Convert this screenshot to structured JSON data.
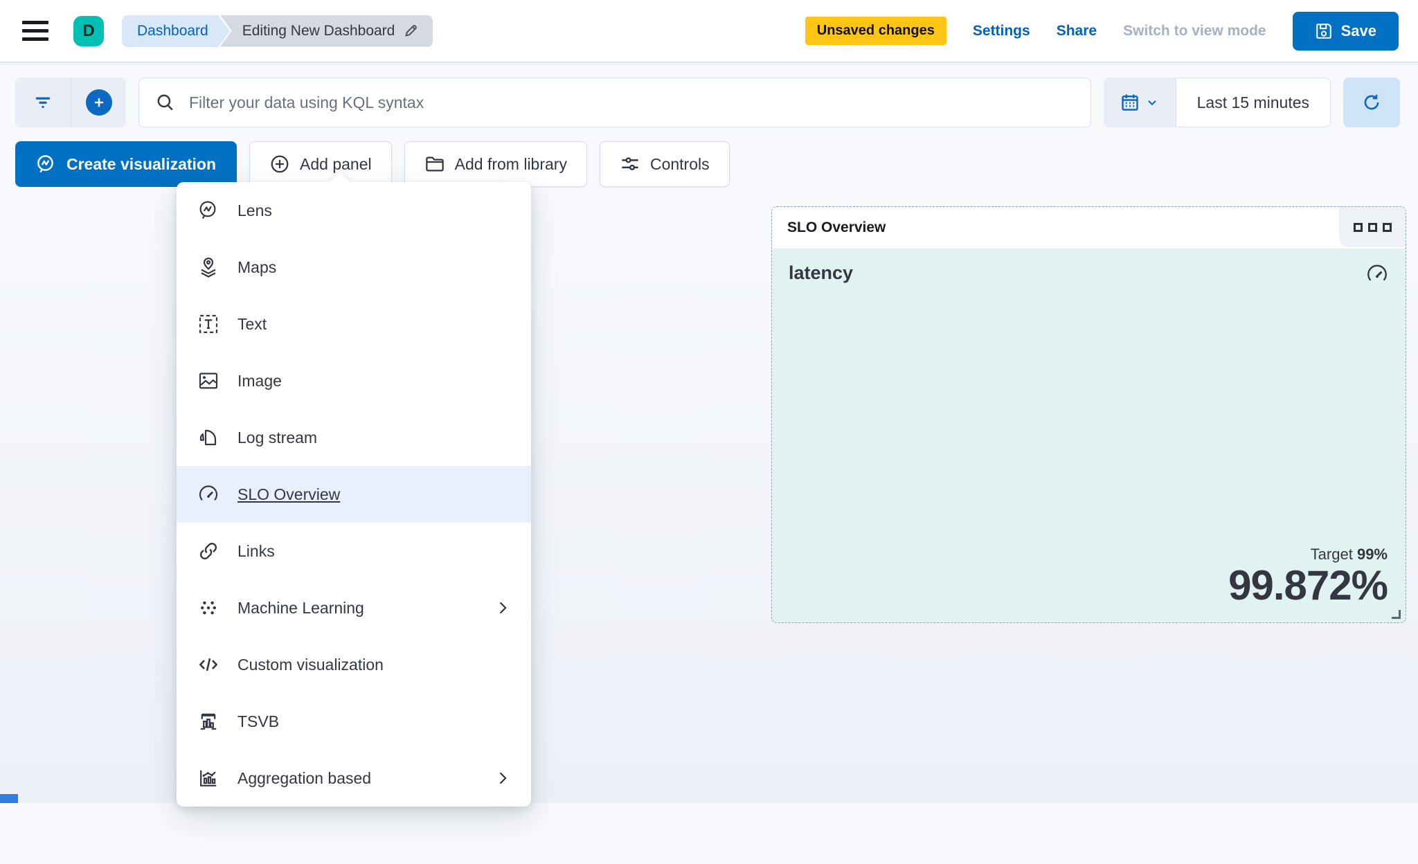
{
  "header": {
    "avatar_initial": "D",
    "breadcrumbs": {
      "root": "Dashboard",
      "current": "Editing New Dashboard"
    },
    "unsaved_badge": "Unsaved changes",
    "settings_label": "Settings",
    "share_label": "Share",
    "view_mode_label": "Switch to view mode",
    "save_label": "Save"
  },
  "filter_bar": {
    "search_placeholder": "Filter your data using KQL syntax",
    "time_range": "Last 15 minutes"
  },
  "toolbar": {
    "create_visualization_label": "Create visualization",
    "add_panel_label": "Add panel",
    "add_from_library_label": "Add from library",
    "controls_label": "Controls"
  },
  "add_panel_menu": {
    "items": [
      {
        "label": "Lens",
        "icon": "lens-icon"
      },
      {
        "label": "Maps",
        "icon": "maps-icon"
      },
      {
        "label": "Text",
        "icon": "text-icon"
      },
      {
        "label": "Image",
        "icon": "image-icon"
      },
      {
        "label": "Log stream",
        "icon": "log-stream-icon"
      },
      {
        "label": "SLO Overview",
        "icon": "gauge-icon",
        "selected": true
      },
      {
        "label": "Links",
        "icon": "link-icon"
      },
      {
        "label": "Machine Learning",
        "icon": "machine-learning-icon",
        "has_submenu": true
      },
      {
        "label": "Custom visualization",
        "icon": "code-icon"
      },
      {
        "label": "TSVB",
        "icon": "tsvb-icon"
      },
      {
        "label": "Aggregation based",
        "icon": "aggregation-icon",
        "has_submenu": true
      }
    ]
  },
  "slo_panel": {
    "title": "SLO Overview",
    "slo_name": "latency",
    "target_label": "Target",
    "target_value": "99%",
    "observed_value": "99.872%"
  },
  "colors": {
    "primary_blue": "#0071c2",
    "link_blue": "#0061c4",
    "unsaved_yellow": "#fec514",
    "avatar_teal": "#00bfb3",
    "slo_healthy_bg": "#e0f3f0",
    "menu_highlight": "#e8f1fb",
    "text_dark": "#343741"
  }
}
